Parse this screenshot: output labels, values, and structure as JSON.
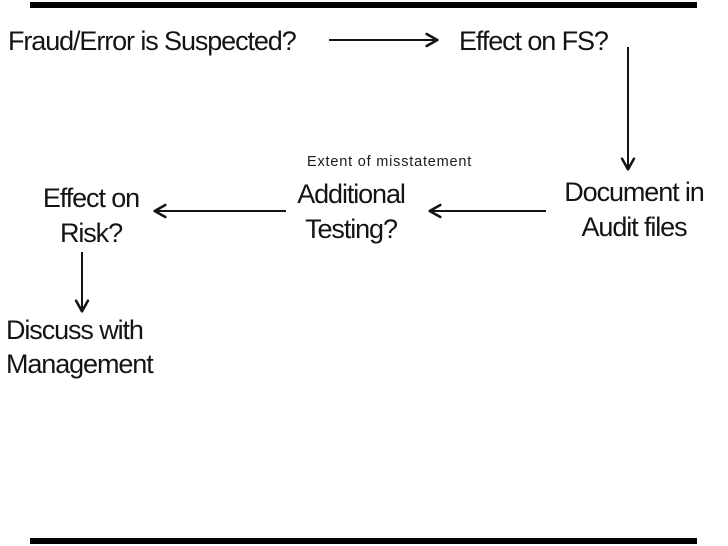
{
  "slide": {
    "background_color": "#ffffff",
    "text_color": "#141414",
    "accent_bar_color": "#000000"
  },
  "nodes": {
    "fraud_error": {
      "label": "Fraud/Error is Suspected?"
    },
    "effect_fs": {
      "label": "Effect on FS?"
    },
    "document_audit": {
      "line1": "Document in",
      "line2": "Audit files"
    },
    "additional_testing": {
      "line1": "Additional",
      "line2": "Testing?"
    },
    "effect_risk": {
      "line1": "Effect on",
      "line2": "Risk?"
    },
    "discuss_mgmt": {
      "line1": "Discuss with",
      "line2": "Management"
    }
  },
  "annotations": {
    "extent_note": {
      "label": "Extent of misstatement"
    }
  },
  "arrows": [
    {
      "from": "fraud-error-suspected",
      "to": "effect-on-fs",
      "direction": "right"
    },
    {
      "from": "effect-on-fs",
      "to": "document-in-audit-files",
      "direction": "down"
    },
    {
      "from": "document-in-audit-files",
      "to": "additional-testing",
      "direction": "left"
    },
    {
      "from": "additional-testing",
      "to": "effect-on-risk",
      "direction": "left"
    },
    {
      "from": "effect-on-risk",
      "to": "discuss-with-management",
      "direction": "down"
    }
  ]
}
